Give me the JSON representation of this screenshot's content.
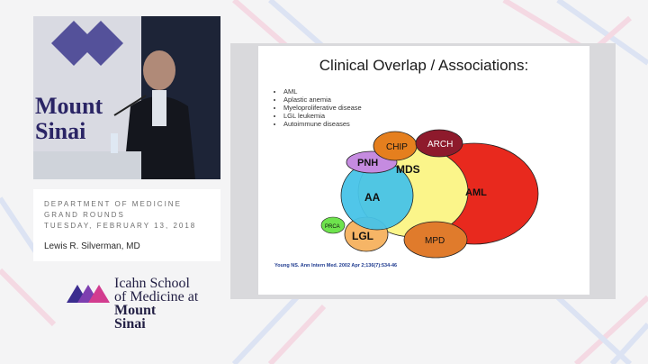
{
  "caption": {
    "department_line1": "DEPARTMENT OF MEDICINE",
    "department_line2": "GRAND ROUNDS",
    "date": "TUESDAY, FEBRUARY 13, 2018",
    "speaker": "Lewis R. Silverman, MD"
  },
  "video": {
    "backdrop_text_1": "Mount",
    "backdrop_text_2": "Sinai"
  },
  "logo": {
    "line1": "Icahn School",
    "line2": "of Medicine at",
    "line3": "Mount",
    "line4": "Sinai"
  },
  "slide": {
    "title": "Clinical Overlap / Associations:",
    "bullets": [
      "AML",
      "Aplastic anemia",
      "Myeloproliferative disease",
      "LGL leukemia",
      "Autoimmune diseases"
    ],
    "citation": "Young NS. Ann Intern Med. 2002 Apr 2;136(7):534-46",
    "diagram": {
      "labels": {
        "chip": "CHIP",
        "arch": "ARCH",
        "pnh": "PNH",
        "mds": "MDS",
        "aa": "AA",
        "aml": "AML",
        "prca": "PRCA",
        "lgl": "LGL",
        "mpd": "MPD"
      },
      "colors": {
        "chip": "#e57f1e",
        "arch": "#8e1a2c",
        "pnh": "#c58be0",
        "mds": "#fbf58a",
        "aa": "#47c3e8",
        "aml": "#e8291e",
        "prca": "#6ee34d",
        "lgl": "#f6b566",
        "mpd": "#e07b2c"
      }
    }
  }
}
